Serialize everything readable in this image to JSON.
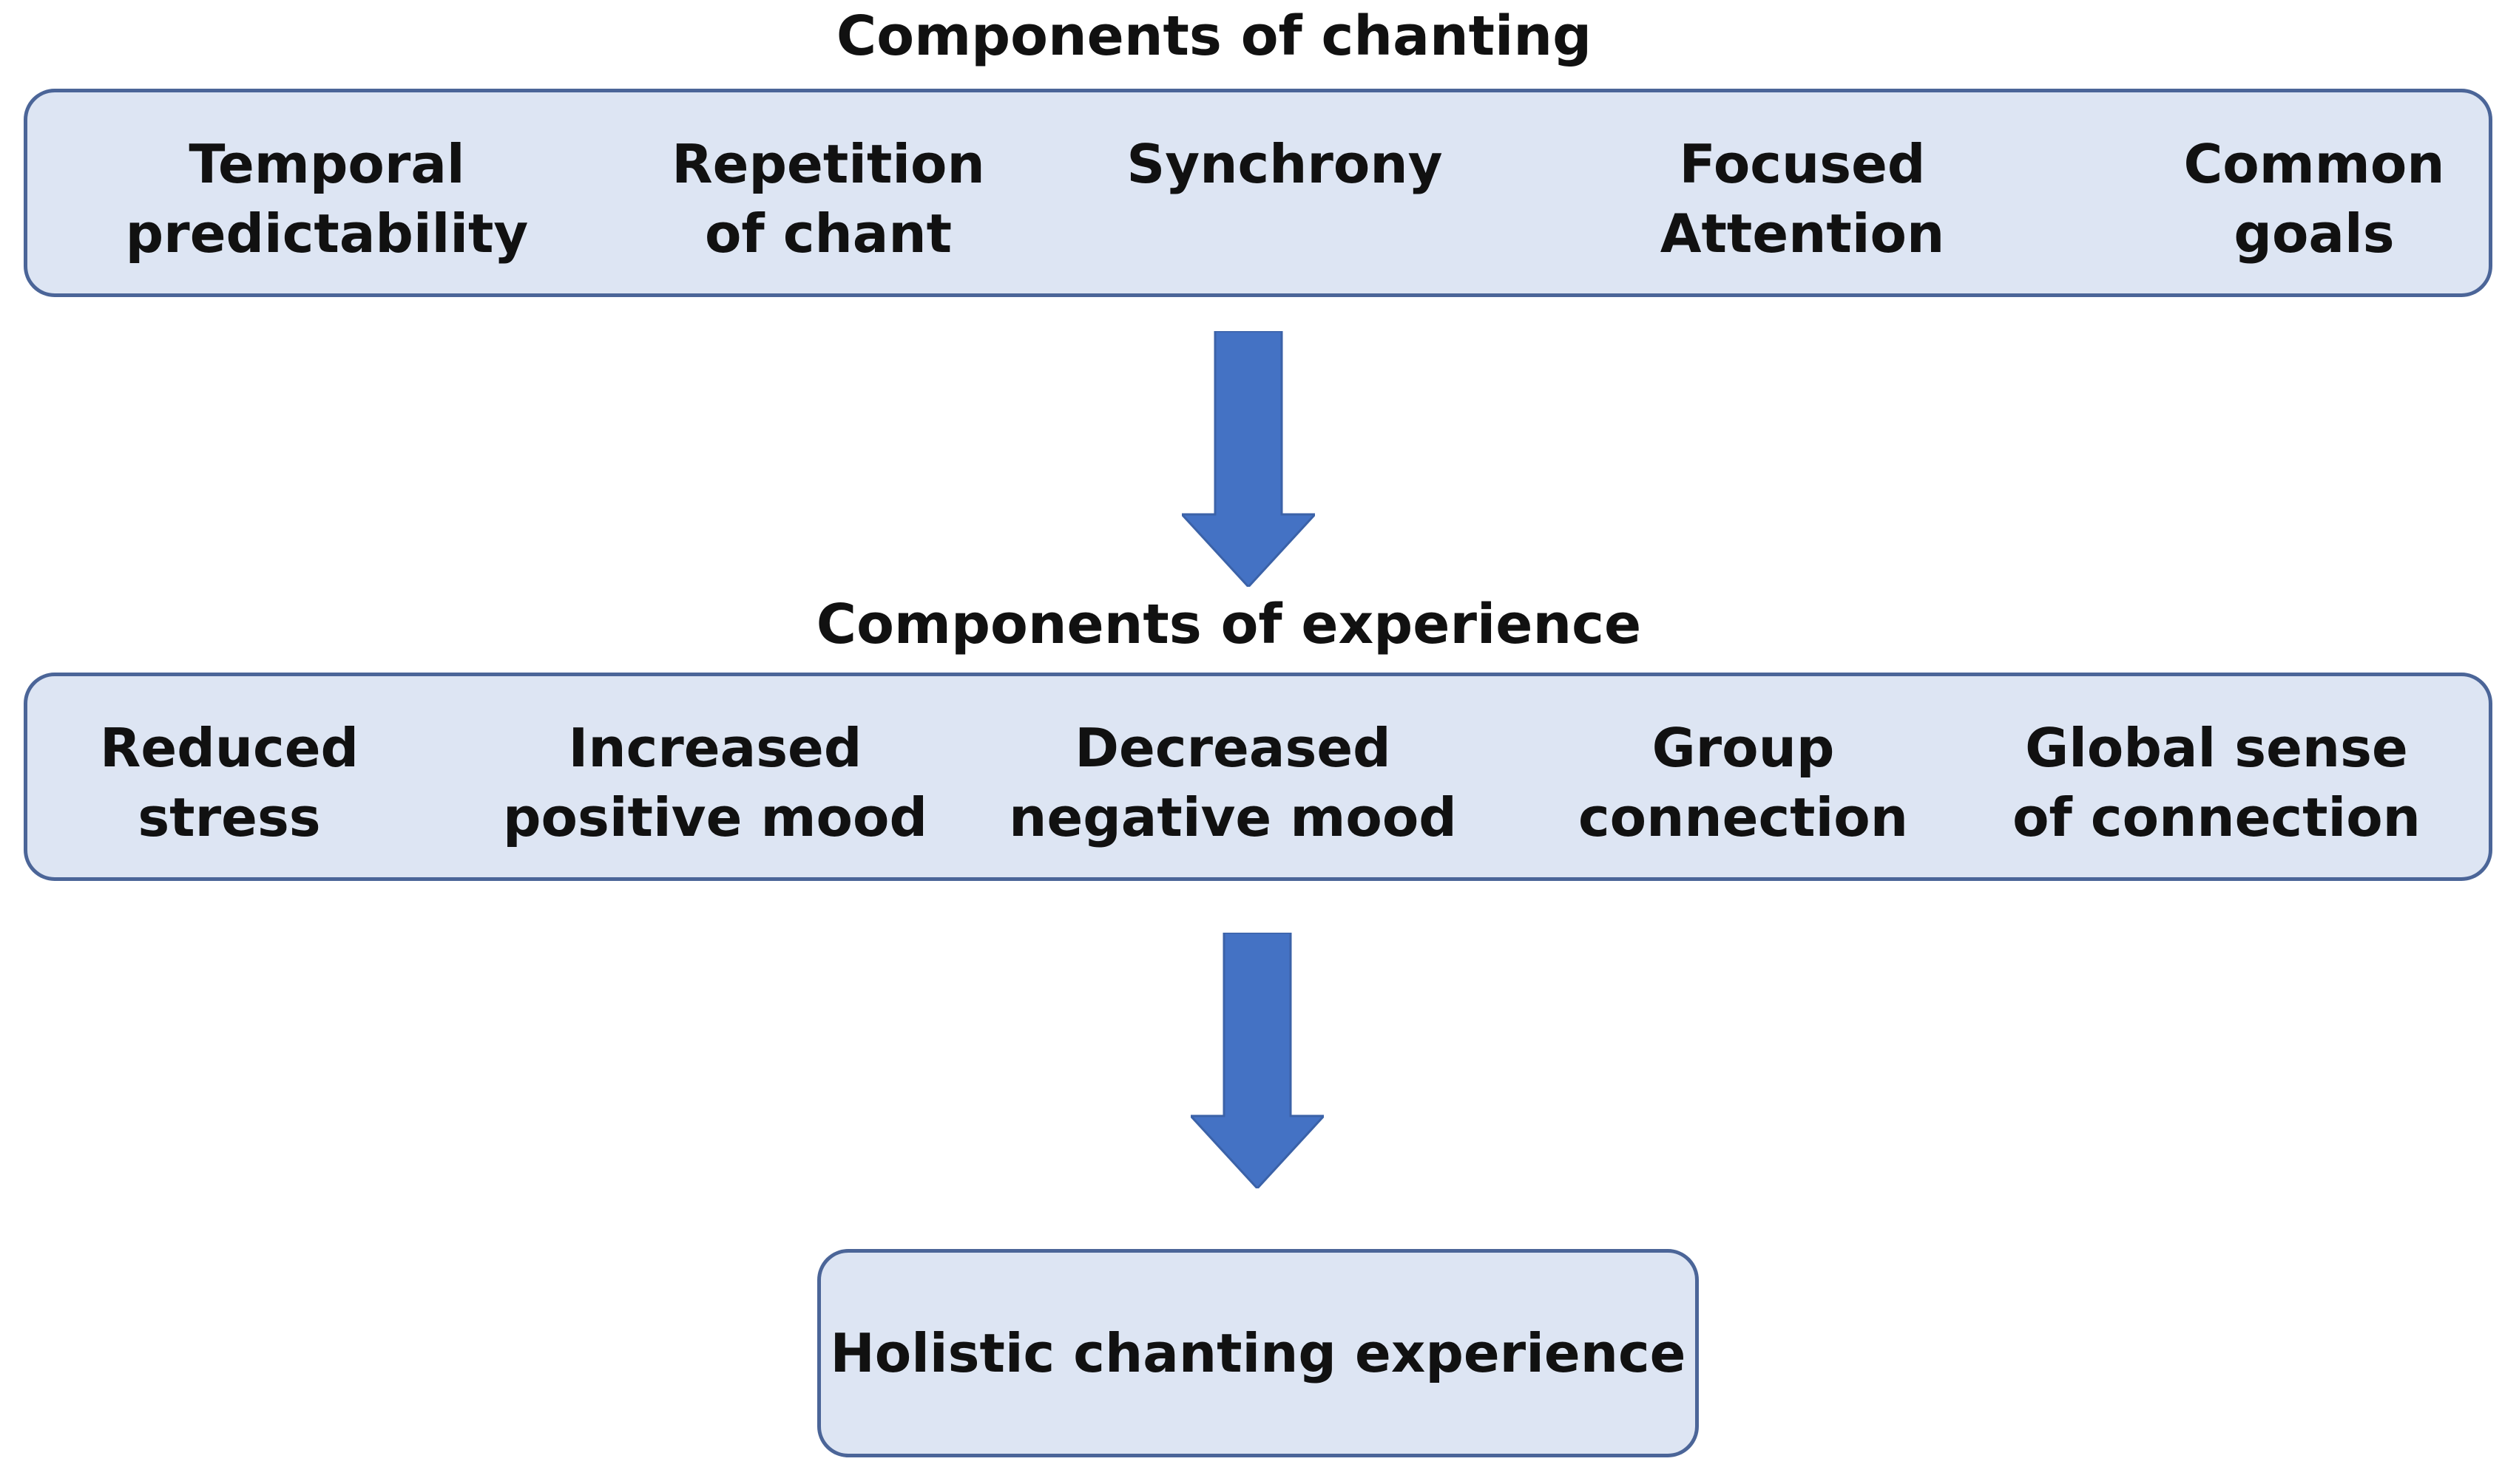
{
  "diagram": {
    "chanting_heading": "Components of chanting",
    "chanting_items": [
      {
        "line1": "Temporal",
        "line2": "predictability"
      },
      {
        "line1": "Repetition",
        "line2": "of chant"
      },
      {
        "line1": "Synchrony",
        "line2": ""
      },
      {
        "line1": "Focused",
        "line2": "Attention"
      },
      {
        "line1": "Common",
        "line2": "goals"
      }
    ],
    "experience_heading": "Components of experience",
    "experience_items": [
      {
        "line1": "Reduced",
        "line2": "stress"
      },
      {
        "line1": "Increased",
        "line2": "positive mood"
      },
      {
        "line1": "Decreased",
        "line2": "negative mood"
      },
      {
        "line1": "Group",
        "line2": "connection"
      },
      {
        "line1": "Global sense",
        "line2": "of connection"
      }
    ],
    "outcome": "Holistic chanting experience",
    "colors": {
      "box_fill": "#dde5f3",
      "box_border": "#4b6598",
      "arrow": "#4472c4"
    }
  }
}
